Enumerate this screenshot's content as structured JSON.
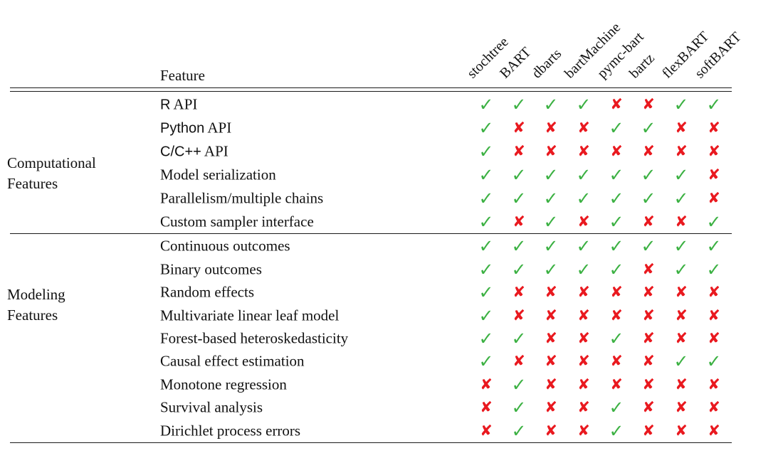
{
  "table": {
    "feature_header": "Feature",
    "columns": [
      "stochtree",
      "BART",
      "dbarts",
      "bartMachine",
      "pymc-bart",
      "bartz",
      "flexBART",
      "softBART"
    ],
    "groups": [
      {
        "label": "Computational Features",
        "label_lines": [
          "Computational",
          "Features"
        ],
        "rows": [
          {
            "code": "R",
            "text": " API",
            "marks": [
              "check",
              "check",
              "check",
              "check",
              "cross",
              "cross",
              "check",
              "check"
            ]
          },
          {
            "code": "Python",
            "text": " API",
            "marks": [
              "check",
              "cross",
              "cross",
              "cross",
              "check",
              "check",
              "cross",
              "cross"
            ]
          },
          {
            "code": "C/C++",
            "text": " API",
            "marks": [
              "check",
              "cross",
              "cross",
              "cross",
              "cross",
              "cross",
              "cross",
              "cross"
            ]
          },
          {
            "code": "",
            "text": "Model serialization",
            "marks": [
              "check",
              "check",
              "check",
              "check",
              "check",
              "check",
              "check",
              "cross"
            ]
          },
          {
            "code": "",
            "text": "Parallelism/multiple chains",
            "marks": [
              "check",
              "check",
              "check",
              "check",
              "check",
              "check",
              "check",
              "cross"
            ]
          },
          {
            "code": "",
            "text": "Custom sampler interface",
            "marks": [
              "check",
              "cross",
              "check",
              "cross",
              "check",
              "cross",
              "cross",
              "check"
            ]
          }
        ]
      },
      {
        "label": "Modeling Features",
        "label_lines": [
          "Modeling",
          "Features"
        ],
        "rows": [
          {
            "code": "",
            "text": "Continuous outcomes",
            "marks": [
              "check",
              "check",
              "check",
              "check",
              "check",
              "check",
              "check",
              "check"
            ]
          },
          {
            "code": "",
            "text": "Binary outcomes",
            "marks": [
              "check",
              "check",
              "check",
              "check",
              "check",
              "cross",
              "check",
              "check"
            ]
          },
          {
            "code": "",
            "text": "Random effects",
            "marks": [
              "check",
              "cross",
              "cross",
              "cross",
              "cross",
              "cross",
              "cross",
              "cross"
            ]
          },
          {
            "code": "",
            "text": "Multivariate linear leaf model",
            "marks": [
              "check",
              "cross",
              "cross",
              "cross",
              "cross",
              "cross",
              "cross",
              "cross"
            ]
          },
          {
            "code": "",
            "text": "Forest-based heteroskedasticity",
            "marks": [
              "check",
              "check",
              "cross",
              "cross",
              "check",
              "cross",
              "cross",
              "cross"
            ]
          },
          {
            "code": "",
            "text": "Causal effect estimation",
            "marks": [
              "check",
              "cross",
              "cross",
              "cross",
              "cross",
              "cross",
              "check",
              "check"
            ]
          },
          {
            "code": "",
            "text": "Monotone regression",
            "marks": [
              "cross",
              "check",
              "cross",
              "cross",
              "cross",
              "cross",
              "cross",
              "cross"
            ]
          },
          {
            "code": "",
            "text": "Survival analysis",
            "marks": [
              "cross",
              "check",
              "cross",
              "cross",
              "check",
              "cross",
              "cross",
              "cross"
            ]
          },
          {
            "code": "",
            "text": "Dirichlet process errors",
            "marks": [
              "cross",
              "check",
              "cross",
              "cross",
              "check",
              "cross",
              "cross",
              "cross"
            ]
          }
        ]
      }
    ],
    "icons": {
      "check": "✓",
      "cross": "✘"
    },
    "colors": {
      "check": "#3cb143",
      "cross": "#e9191f",
      "rule": "#1a1a1a",
      "text": "#111111"
    }
  }
}
